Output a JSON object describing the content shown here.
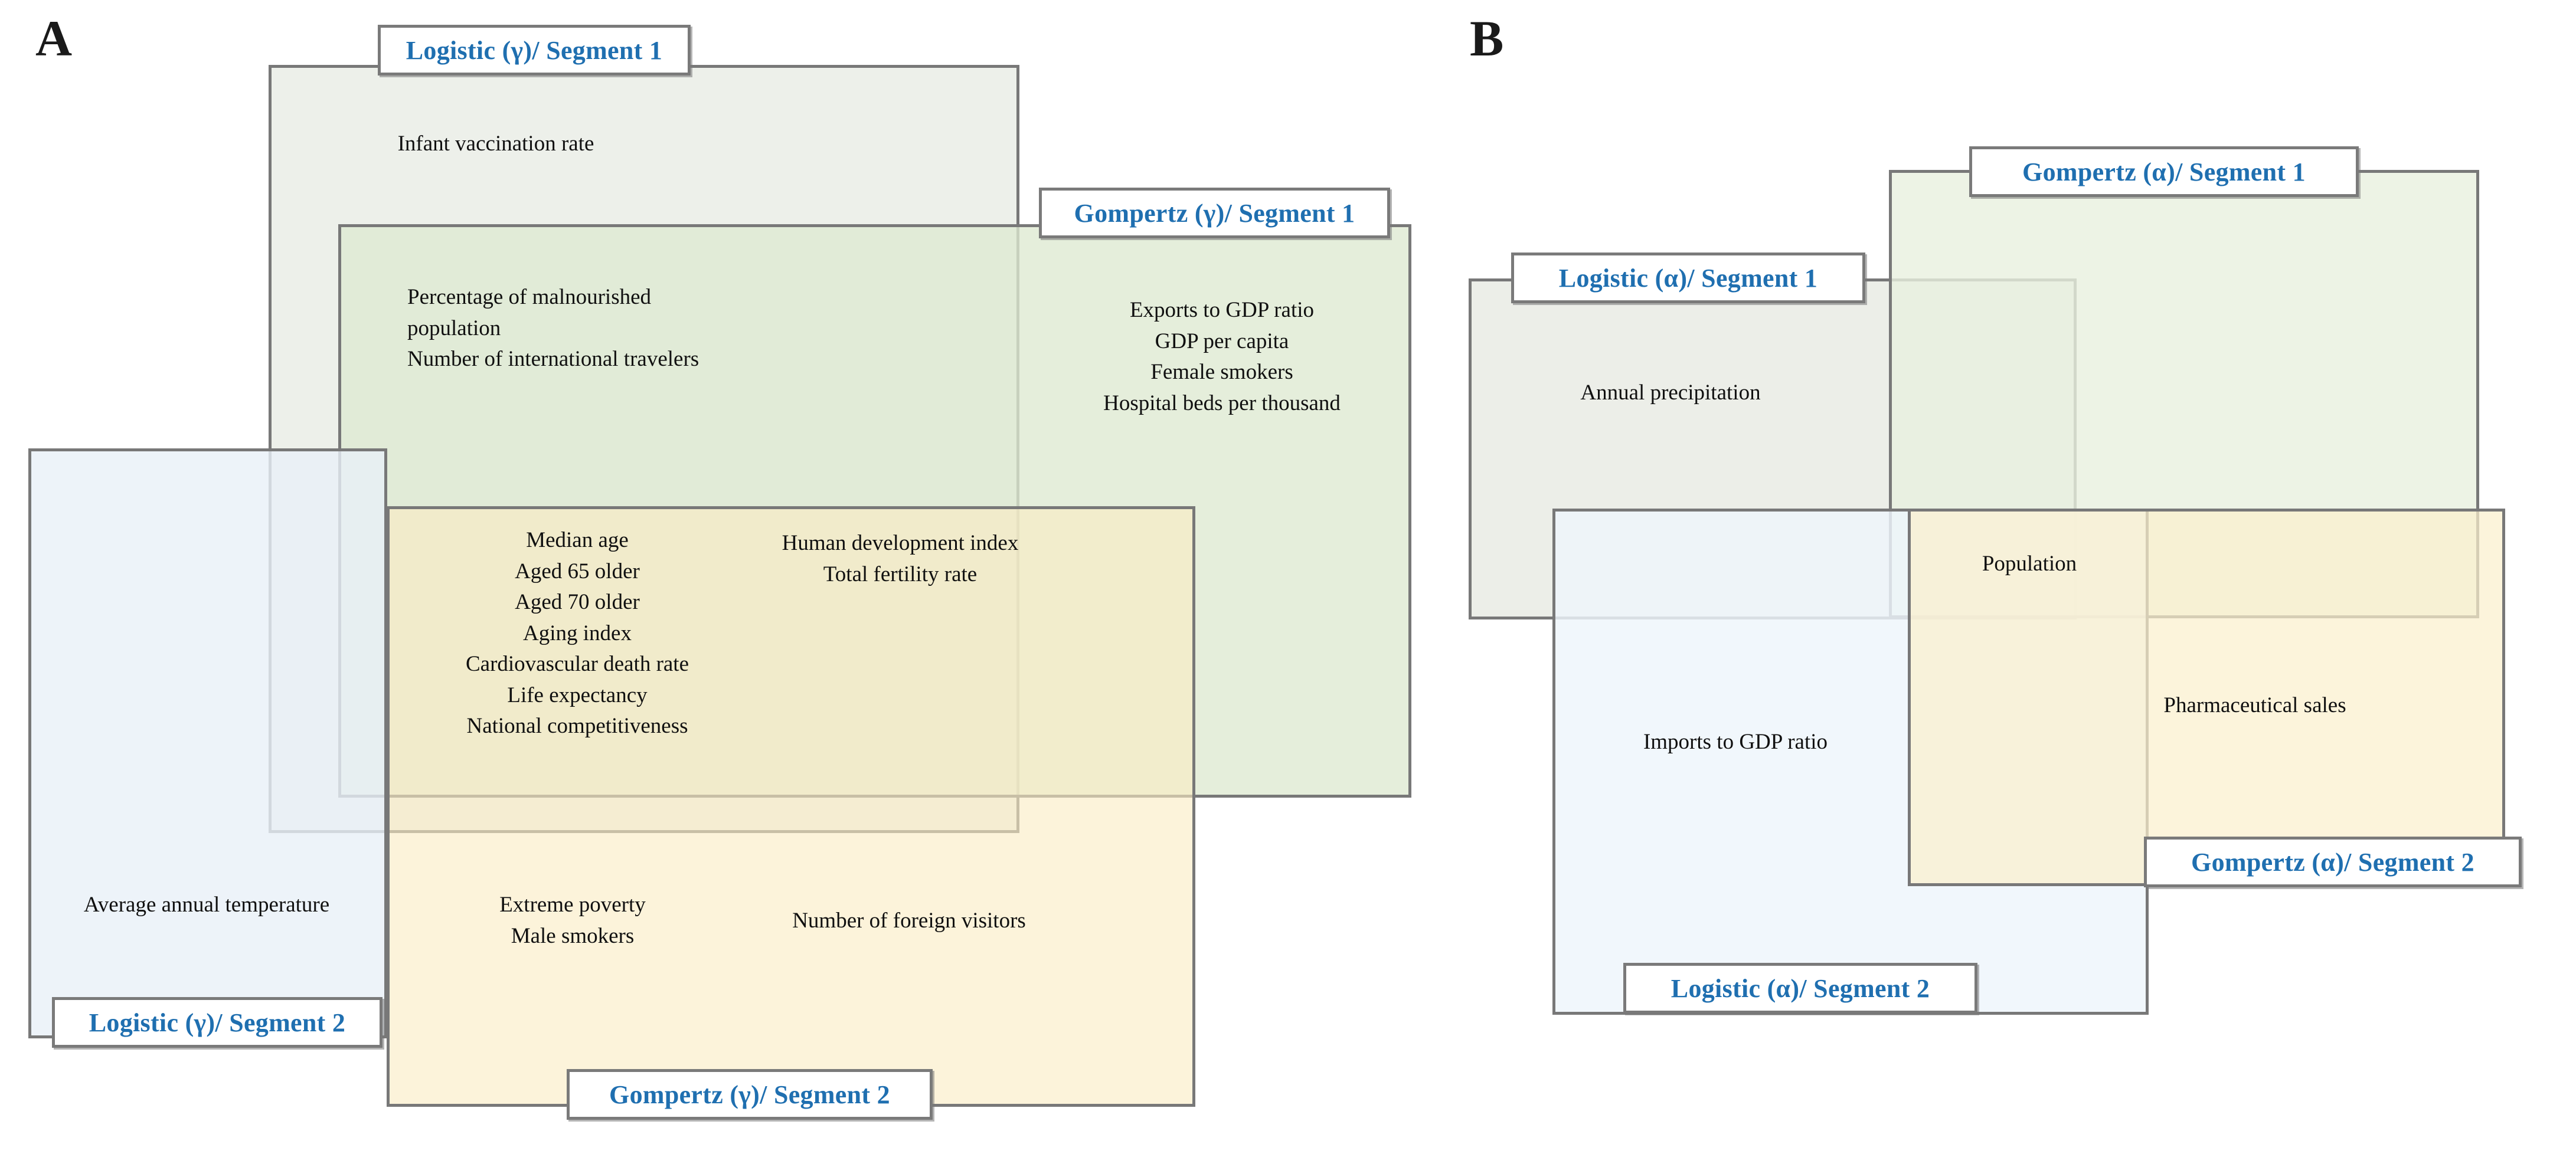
{
  "figure": {
    "panels": [
      {
        "id": "A",
        "letter": "A",
        "sets": [
          {
            "key": "logistic_gamma_seg1",
            "label": "Logistic (γ)/ Segment 1",
            "fill": "#edf0ea"
          },
          {
            "key": "gompertz_gamma_seg1",
            "label": "Gompertz (γ)/ Segment 1",
            "fill": "#e4ecdc"
          },
          {
            "key": "logistic_gamma_seg2",
            "label": "Logistic (γ)/ Segment 2",
            "fill": "#f2f7fb"
          },
          {
            "key": "gompertz_gamma_seg2",
            "label": "Gompertz (γ)/ Segment 2",
            "fill": "#fbf4df"
          }
        ],
        "regions": [
          {
            "key": "a_logistic1_only",
            "items": [
              "Infant vaccination rate"
            ],
            "text": "Infant vaccination rate"
          },
          {
            "key": "a_logistic1_gompertz1",
            "items": [
              "Percentage of malnourished population",
              "Number of international travelers"
            ],
            "text": "Percentage of malnourished\npopulation\n Number of international travelers"
          },
          {
            "key": "a_gompertz1_only",
            "items": [
              "Exports to GDP ratio",
              "GDP per capita",
              "Female smokers",
              "Hospital beds per thousand"
            ],
            "text": "Exports to GDP ratio\nGDP per capita\nFemale smokers\nHospital beds per thousand"
          },
          {
            "key": "a_all_four",
            "items": [
              "Median age",
              "Aged 65 older",
              "Aged 70 older",
              "Aging index",
              "Cardiovascular death rate",
              "Life expectancy",
              "National competitiveness"
            ],
            "text": "Median age\nAged 65 older\nAged 70 older\nAging index\nCardiovascular death rate\nLife expectancy\nNational competitiveness"
          },
          {
            "key": "a_gompertz1_gompertz2",
            "items": [
              "Human development index",
              "Total fertility rate"
            ],
            "text": "Human development index\nTotal fertility rate"
          },
          {
            "key": "a_logistic2_only",
            "items": [
              "Average annual temperature"
            ],
            "text": "Average annual temperature"
          },
          {
            "key": "a_logistic1_gompertz2",
            "items": [
              "Extreme poverty",
              "Male smokers"
            ],
            "text": "Extreme poverty\nMale smokers"
          },
          {
            "key": "a_gompertz2_only",
            "items": [
              "Number of foreign visitors"
            ],
            "text": "Number of foreign visitors"
          }
        ]
      },
      {
        "id": "B",
        "letter": "B",
        "sets": [
          {
            "key": "logistic_alpha_seg1",
            "label": "Logistic (α)/ Segment 1",
            "fill": "#eceee8"
          },
          {
            "key": "gompertz_alpha_seg1",
            "label": "Gompertz (α)/ Segment 1",
            "fill": "#eaf0e2"
          },
          {
            "key": "logistic_alpha_seg2",
            "label": "Logistic (α)/ Segment 2",
            "fill": "#f3f7fb"
          },
          {
            "key": "gompertz_alpha_seg2",
            "label": "Gompertz (α)/ Segment 2",
            "fill": "#fcf5e0"
          }
        ],
        "regions": [
          {
            "key": "b_logistic1_only",
            "items": [
              "Annual precipitation"
            ],
            "text": "Annual precipitation"
          },
          {
            "key": "b_all_four",
            "items": [
              "Population"
            ],
            "text": "Population"
          },
          {
            "key": "b_logistic2_only",
            "items": [
              "Imports to GDP ratio"
            ],
            "text": "Imports to GDP ratio"
          },
          {
            "key": "b_gompertz2_only",
            "items": [
              "Pharmaceutical sales"
            ],
            "text": "Pharmaceutical sales"
          }
        ]
      }
    ],
    "colors": {
      "label_text": "#1f6fb0",
      "border": "#787878",
      "body_text": "#101010",
      "background": "#ffffff"
    }
  }
}
